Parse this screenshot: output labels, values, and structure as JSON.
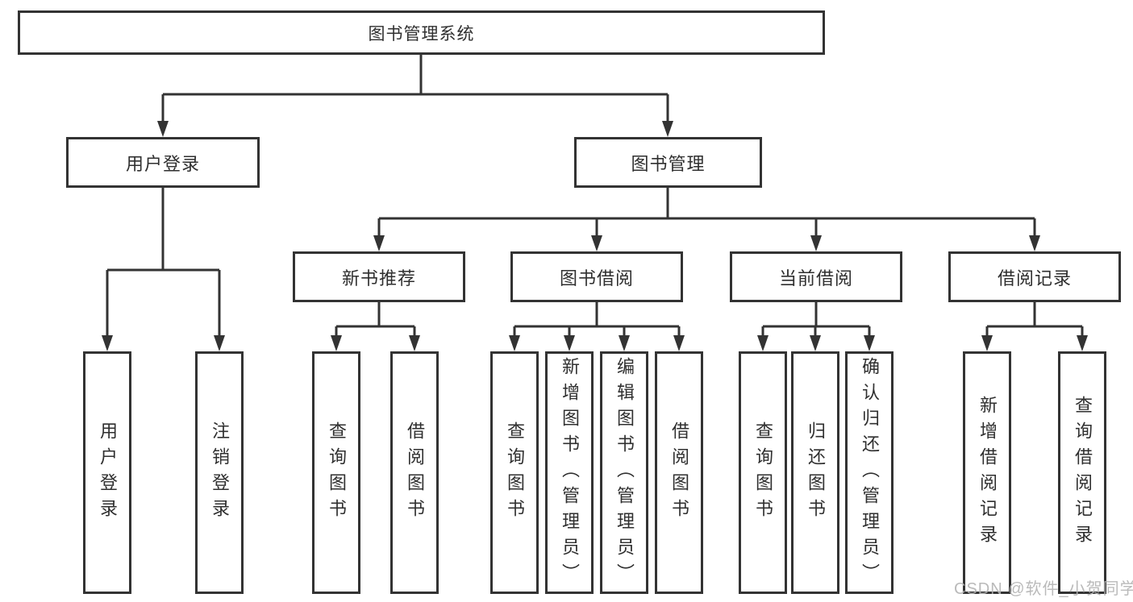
{
  "colors": {
    "line": "#333333",
    "text": "#2f2f2f",
    "watermark": "#b3b3b3",
    "background": "#ffffff"
  },
  "watermark": "CSDN @软件_小贺同学",
  "tree": {
    "label": "图书管理系统",
    "children": [
      {
        "label": "用户登录",
        "children": [
          {
            "label": "用户登录"
          },
          {
            "label": "注销登录"
          }
        ]
      },
      {
        "label": "图书管理",
        "children": [
          {
            "label": "新书推荐",
            "children": [
              {
                "label": "查询图书"
              },
              {
                "label": "借阅图书"
              }
            ]
          },
          {
            "label": "图书借阅",
            "children": [
              {
                "label": "查询图书"
              },
              {
                "label": "新增图书（管理员）"
              },
              {
                "label": "编辑图书（管理员）"
              },
              {
                "label": "借阅图书"
              }
            ]
          },
          {
            "label": "当前借阅",
            "children": [
              {
                "label": "查询图书"
              },
              {
                "label": "归还图书"
              },
              {
                "label": "确认归还（管理员）"
              }
            ]
          },
          {
            "label": "借阅记录",
            "children": [
              {
                "label": "新增借阅记录"
              },
              {
                "label": "查询借阅记录"
              }
            ]
          }
        ]
      }
    ]
  }
}
